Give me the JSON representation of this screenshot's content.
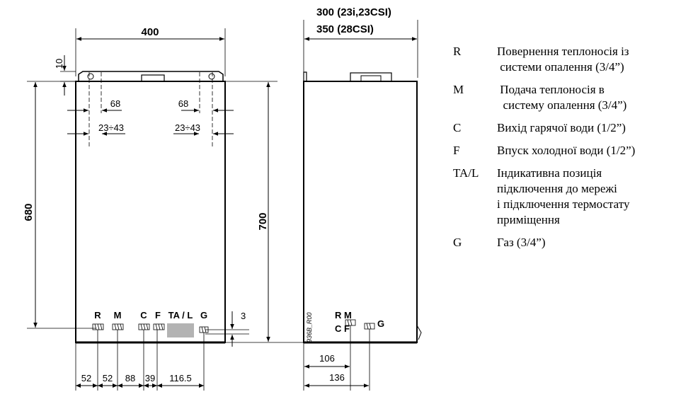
{
  "front_view": {
    "width": "400",
    "top_offset": "10",
    "conn_height": "680",
    "total_height": "700",
    "left_spacing": "68",
    "right_spacing": "68",
    "left_range": "23÷43",
    "right_range": "23÷43",
    "bottom_offset": "3",
    "connections": [
      "R",
      "M",
      "C",
      "F",
      "TA / L",
      "G"
    ],
    "bottom_dims": [
      "52",
      "52",
      "88",
      "39",
      "116.5"
    ]
  },
  "side_view": {
    "depth_line1": "300 (23i,23CSI)",
    "depth_line2": "350 (28CSI)",
    "conn_top": "R M",
    "conn_bottom": "C F",
    "conn_g": "G",
    "dim_inner": "106",
    "dim_outer": "136",
    "reference": "936B_R00"
  },
  "legend": [
    {
      "code": "R",
      "desc": [
        "Повернення теплоносія із",
        " системи опалення (3/4”)"
      ]
    },
    {
      "code": "M",
      "desc": [
        " Подача теплоносія в",
        "  систему опалення (3/4”)"
      ]
    },
    {
      "code": "C",
      "desc": [
        "Вихід гарячої води (1/2”)"
      ]
    },
    {
      "code": "F",
      "desc": [
        "Впуск холодної води (1/2”)"
      ]
    },
    {
      "code": "TA/L",
      "desc": [
        "Індикативна позиція",
        "підключення до мережі",
        "і підключення термостату",
        "приміщення"
      ]
    },
    {
      "code": "G",
      "desc": [
        "Газ (3/4”)"
      ]
    }
  ],
  "colors": {
    "line": "#000000",
    "panel_fill": "#b3b3b3"
  }
}
